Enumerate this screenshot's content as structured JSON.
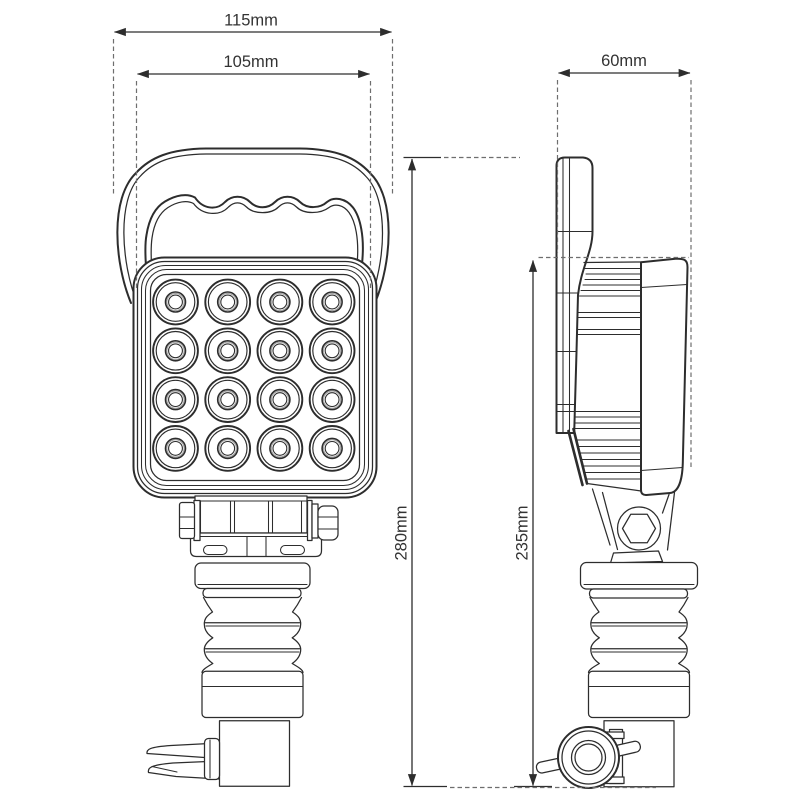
{
  "drawing": {
    "description": "two-view technical dimension drawing of LED work lamp with carry handle and flexible pole mount",
    "colors": {
      "background": "#ffffff",
      "line": "#2d2d2d",
      "dash": "#6e6e6e",
      "text": "#333333"
    },
    "dimensions": {
      "front_outer_width": "115mm",
      "front_body_width": "105mm",
      "side_depth": "60mm",
      "total_height": "280mm",
      "body_height": "235mm"
    },
    "led_grid": {
      "rows": 4,
      "cols": 4
    }
  }
}
